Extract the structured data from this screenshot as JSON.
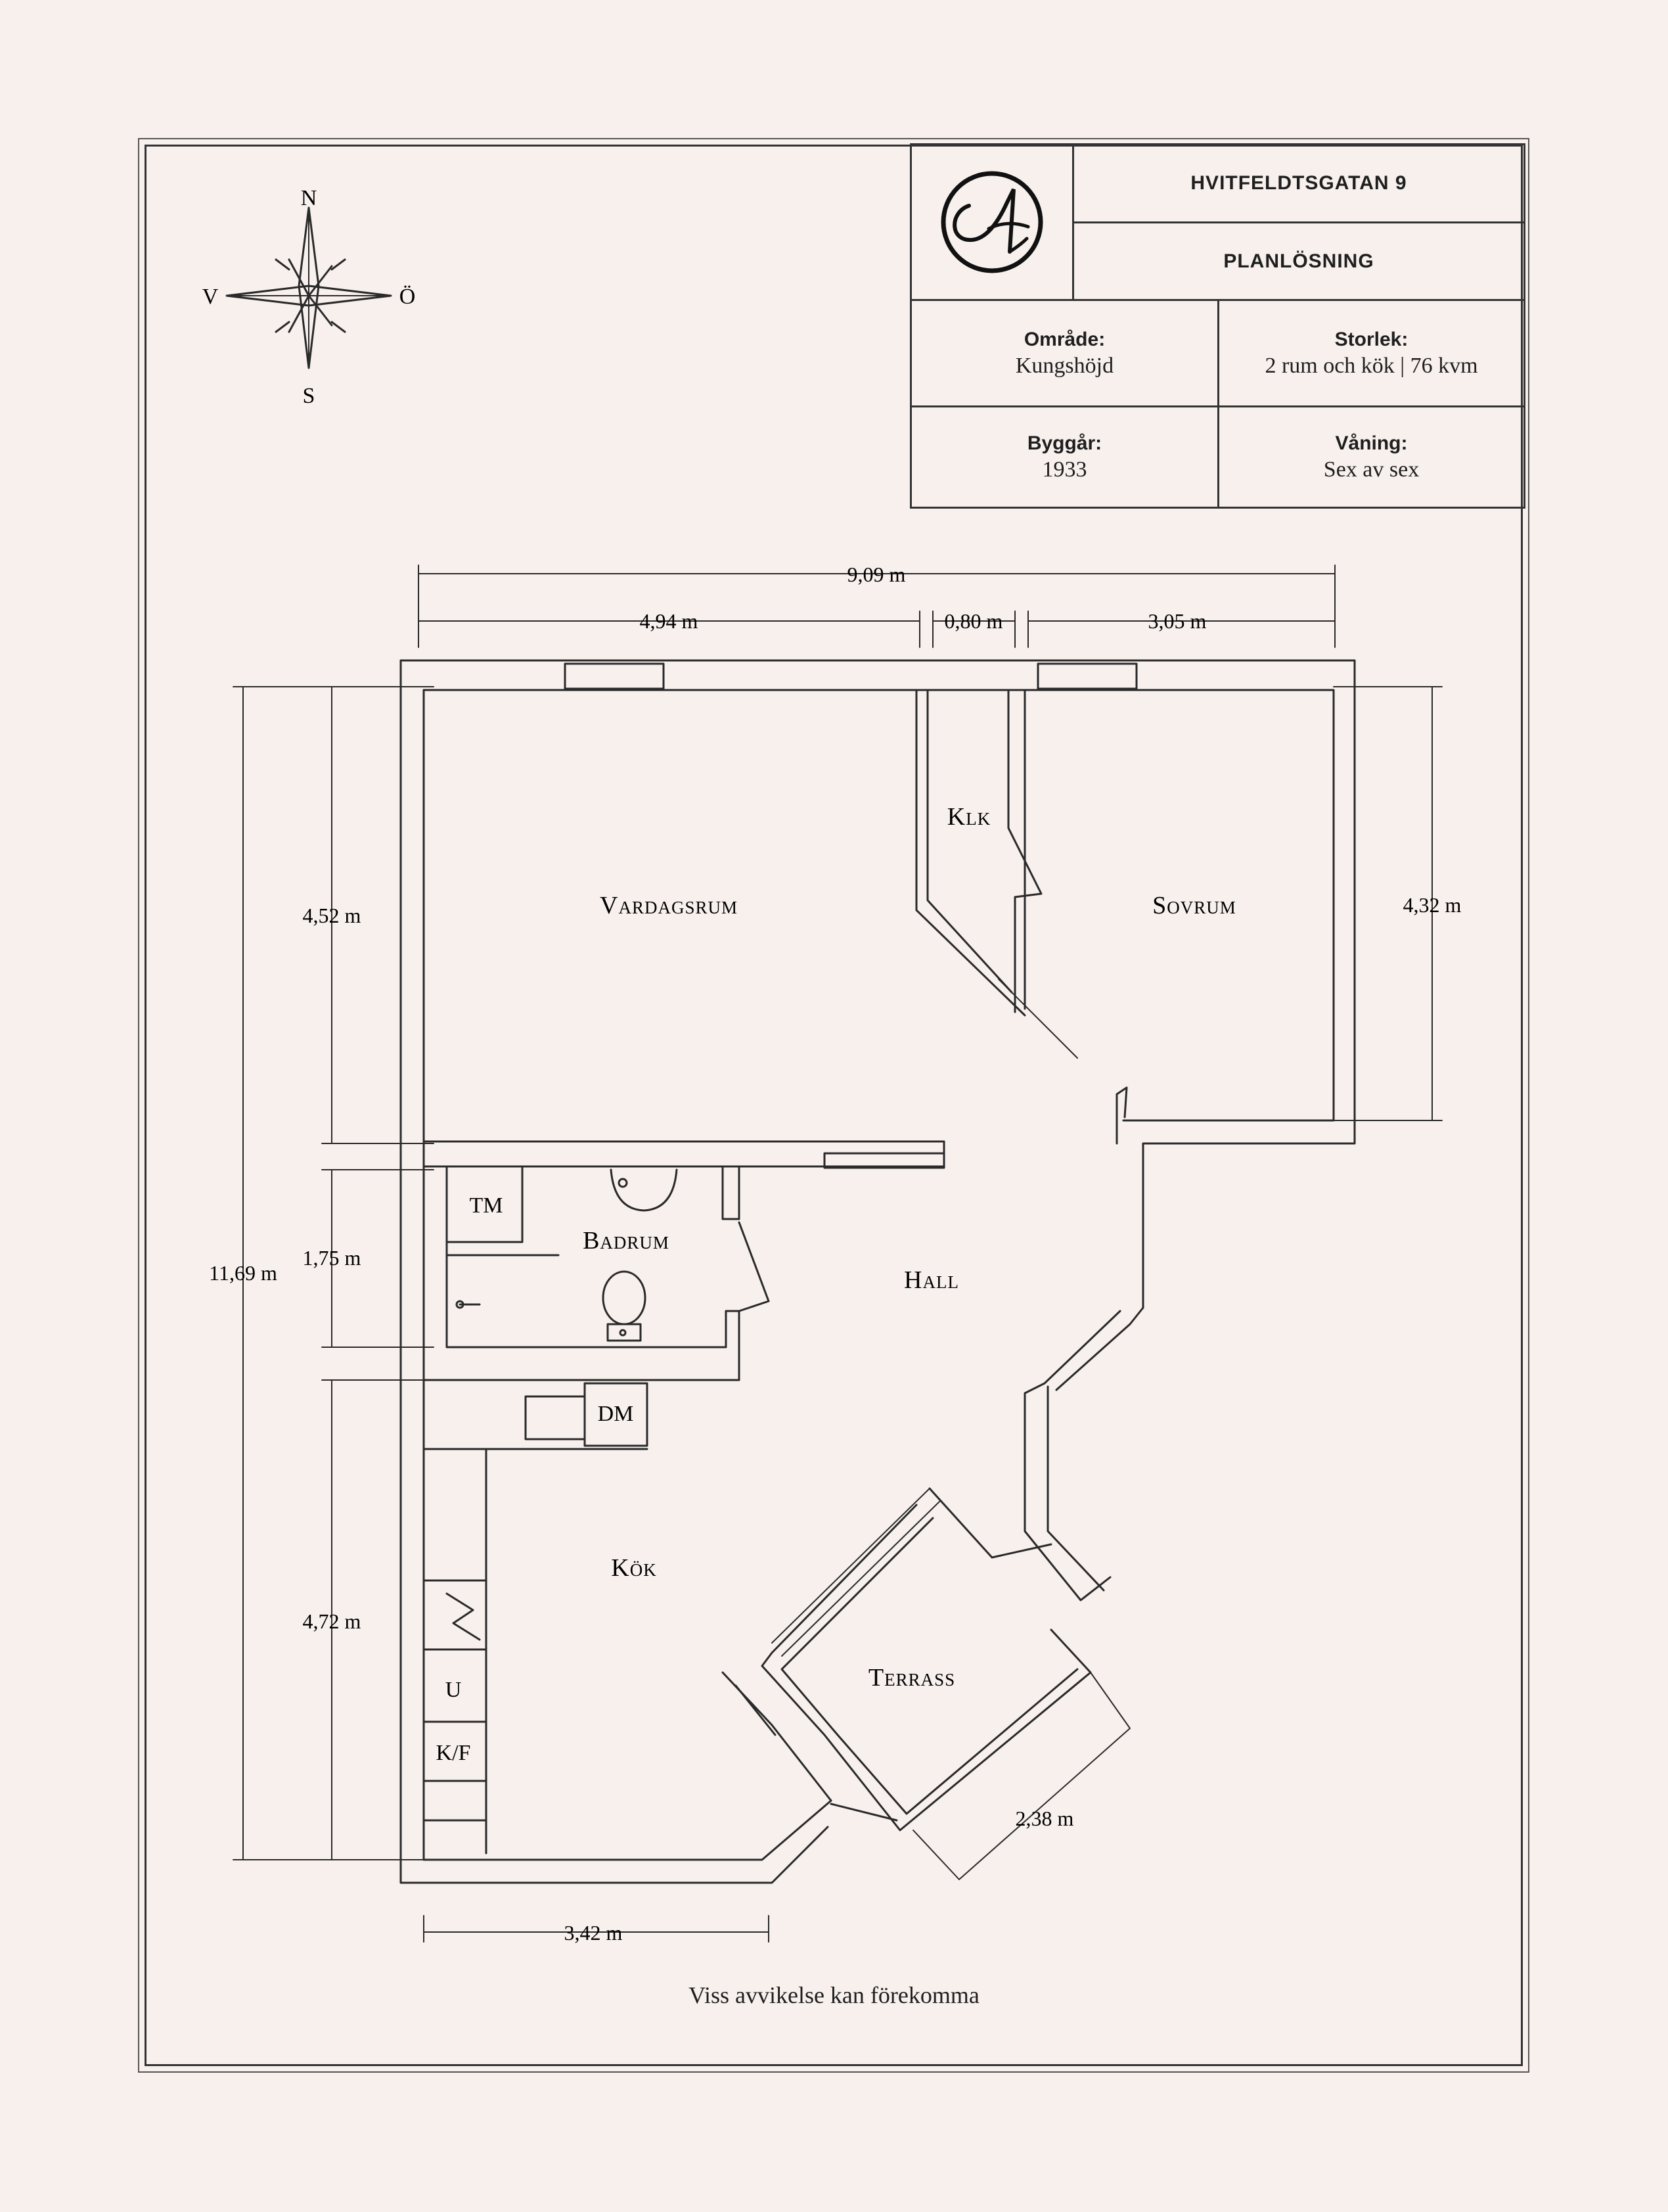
{
  "title_block": {
    "address": "HVITFELDTSGATAN 9",
    "subtitle": "PLANLÖSNING",
    "area_label": "Område:",
    "area_value": "Kungshöjd",
    "size_label": "Storlek:",
    "size_value": "2 rum och kök | 76 kvm",
    "built_label": "Byggår:",
    "built_value": "1933",
    "floor_label": "Våning:",
    "floor_value": "Sex av sex"
  },
  "compass": {
    "north": "N",
    "south": "S",
    "west": "V",
    "east": "Ö"
  },
  "rooms": {
    "living": "Vardagsrum",
    "closet": "Klk",
    "bedroom": "Sovrum",
    "bathroom": "Badrum",
    "hall": "Hall",
    "kitchen": "Kök",
    "terrace": "Terrass"
  },
  "fixtures": {
    "washer": "TM",
    "dishwasher": "DM",
    "oven": "U",
    "fridge_freezer": "K/F"
  },
  "dimensions": {
    "total_width": "9,09 m",
    "living_width": "4,94 m",
    "closet_width": "0,80 m",
    "bedroom_width": "3,05 m",
    "total_height": "11,69 m",
    "living_height": "4,52 m",
    "bath_height": "1,75 m",
    "kitchen_height": "4,72 m",
    "bedroom_height": "4,32 m",
    "kitchen_width": "3,42 m",
    "terrace_size": "2,38 m"
  },
  "disclaimer": "Viss avvikelse kan förekomma"
}
